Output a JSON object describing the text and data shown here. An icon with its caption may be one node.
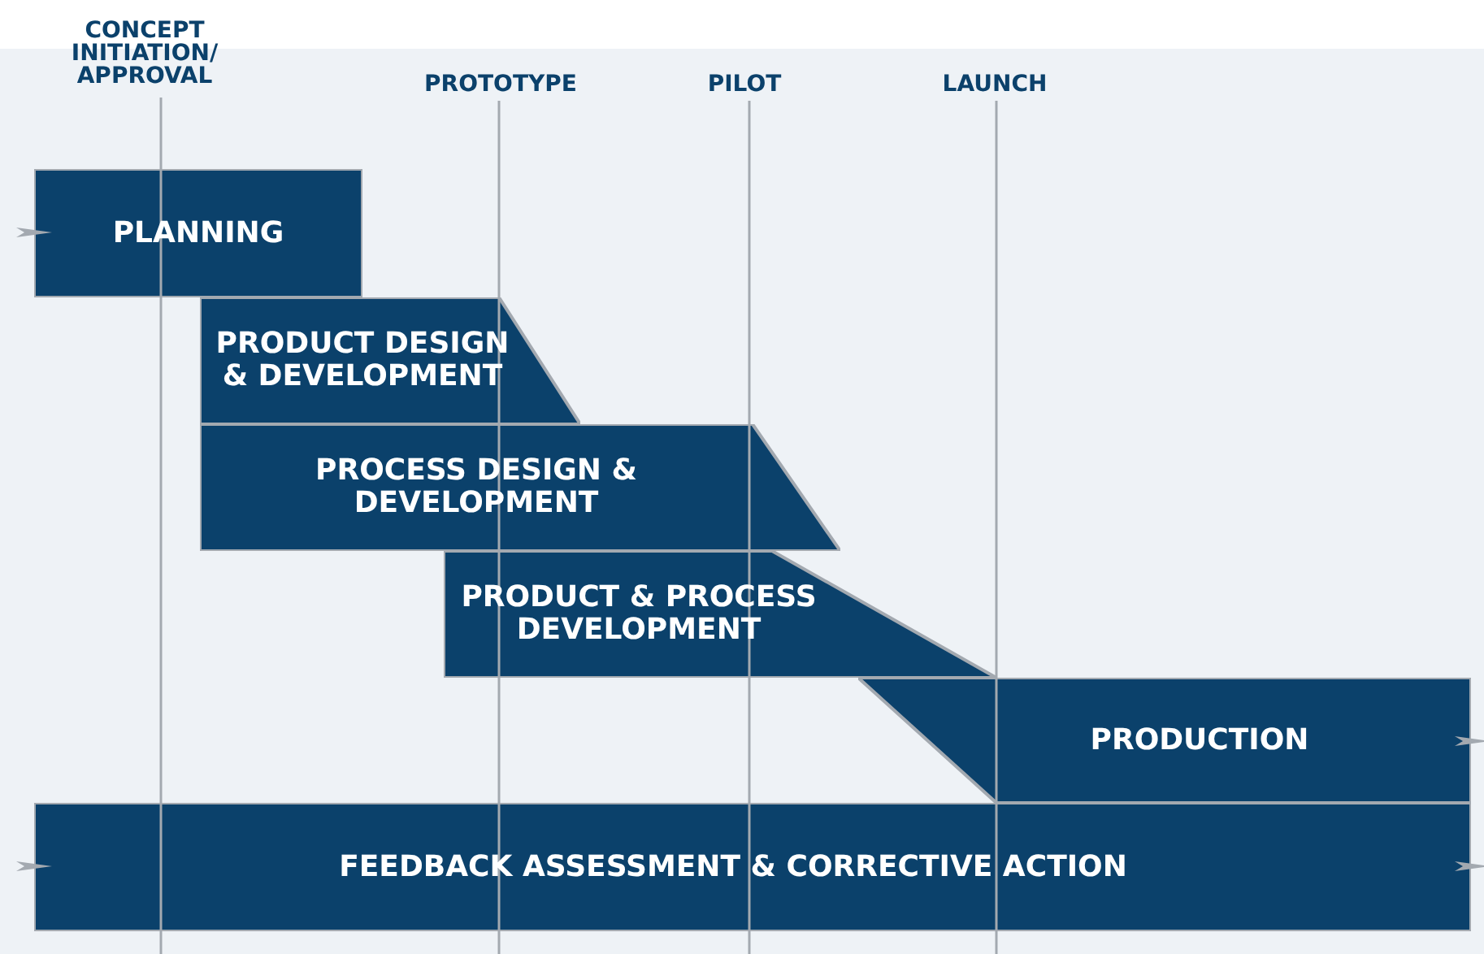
{
  "diagram": {
    "nodes": [
      {
        "text": [
          "PLANNING"
        ]
      },
      {
        "text": [
          "PRODUCT DESIGN & DEVELOPMENT"
        ]
      },
      {
        "text": [
          "PROCESS DESIGN & DEVELOPMENT"
        ]
      },
      {
        "text": [
          "PRODUCT & PROCESS DEVELOPMENT"
        ]
      },
      {
        "text": [
          "PRODUCTION"
        ]
      },
      {
        "text": [
          "FEEDBACK ASSESSMENT & CORRECTIVE ACTION"
        ]
      }
    ],
    "labels": [
      "CONCEPT INITIATION/ APPROVAL",
      "PROTOTYPE",
      "PILOT",
      "LAUNCH"
    ]
  }
}
